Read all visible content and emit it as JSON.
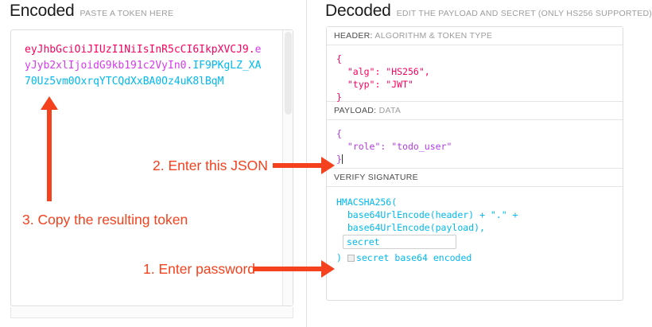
{
  "encoded": {
    "title": "Encoded",
    "subtitle": "PASTE A TOKEN HERE",
    "token": {
      "header_segment": "eyJhbGciOiJIUzI1NiIsInR5cCI6IkpXVCJ9",
      "dot1": ".",
      "payload_segment": "eyJyb2xlIjoidG9kb191c2VyIn0",
      "dot2": ".",
      "signature_segment": "IF9PKgLZ_XA70Uz5vm0OxrqYTCQdXxBA0Oz4uK8lBqM",
      "full": "eyJhbGciOiJIUzI1NiIsInR5cCI6IkpXVCJ9.eyJyb2xlIjoidG9kb191c2VyIn0.IF9PKgLZ_XA70Uz5vm0OxrqYTCQdXxBA0Oz4uK8lBqM"
    }
  },
  "decoded": {
    "title": "Decoded",
    "subtitle": "EDIT THE PAYLOAD AND SECRET (ONLY HS256 SUPPORTED)",
    "sections": [
      {
        "label_strong": "HEADER:",
        "label_rest": " ALGORITHM & TOKEN TYPE",
        "body": "{\n  \"alg\": \"HS256\",\n  \"typ\": \"JWT\"\n}"
      },
      {
        "label_strong": "PAYLOAD:",
        "label_rest": " DATA",
        "body": "{\n  \"role\": \"todo_user\"\n}"
      },
      {
        "label_strong": "VERIFY SIGNATURE",
        "label_rest": "",
        "line1": "HMACSHA256(",
        "line2": "  base64UrlEncode(header) + \".\" +",
        "line3": "  base64UrlEncode(payload),",
        "secret_value": "secret",
        "secret_placeholder": "secret",
        "closing_paren": ")",
        "base64_label": "secret base64 encoded",
        "base64_checked": false
      }
    ]
  },
  "annotations": [
    {
      "id": 1,
      "text": "1. Enter password",
      "points_to": "secret-input"
    },
    {
      "id": 2,
      "text": "2. Enter this JSON",
      "points_to": "payload-body"
    },
    {
      "id": 3,
      "text": "3. Copy the resulting token",
      "points_to": "token-text"
    }
  ],
  "colors": {
    "header_segment": "#fb015b",
    "payload_segment": "#d63aef",
    "signature_segment": "#00b9f1",
    "annotation": "#f4411e",
    "muted_label": "#9d9d9d",
    "panel_border": "#dddddd"
  }
}
